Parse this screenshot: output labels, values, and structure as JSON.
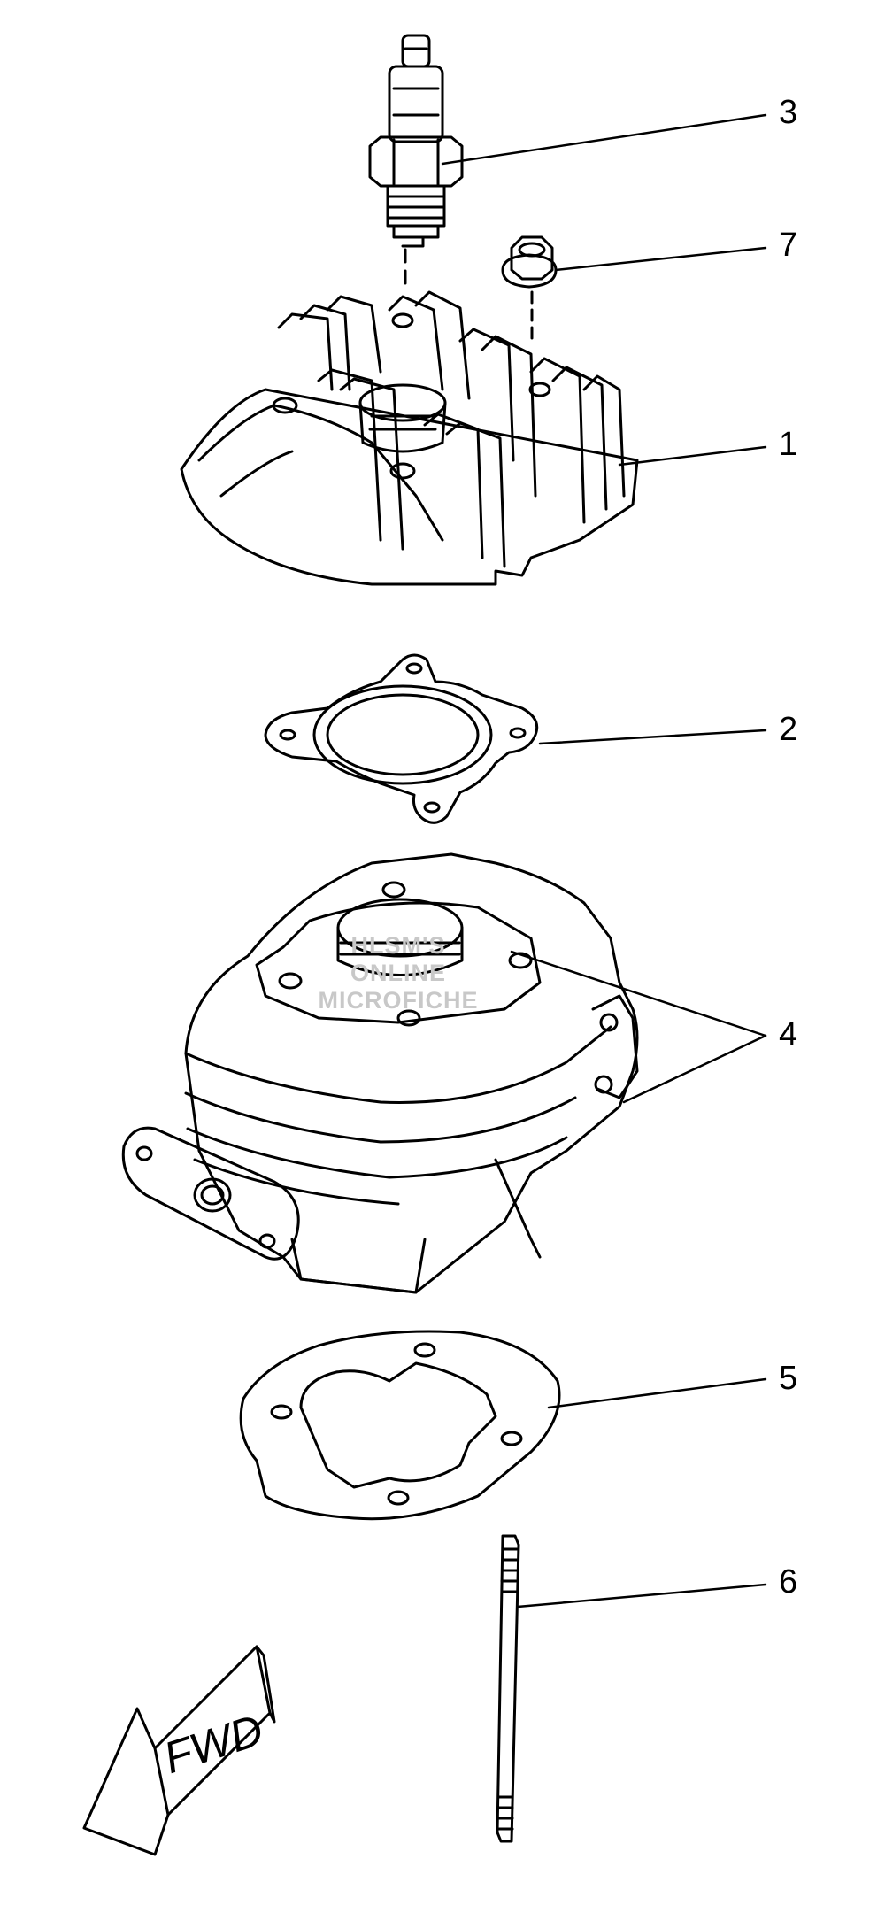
{
  "callouts": {
    "c1": "1",
    "c2": "2",
    "c3": "3",
    "c4": "4",
    "c5": "5",
    "c6": "6",
    "c7": "7"
  },
  "watermark": {
    "line1": "HLSM'S",
    "line2": "ONLINE",
    "line3": "MICROFICHE"
  },
  "direction_label": "FWD"
}
